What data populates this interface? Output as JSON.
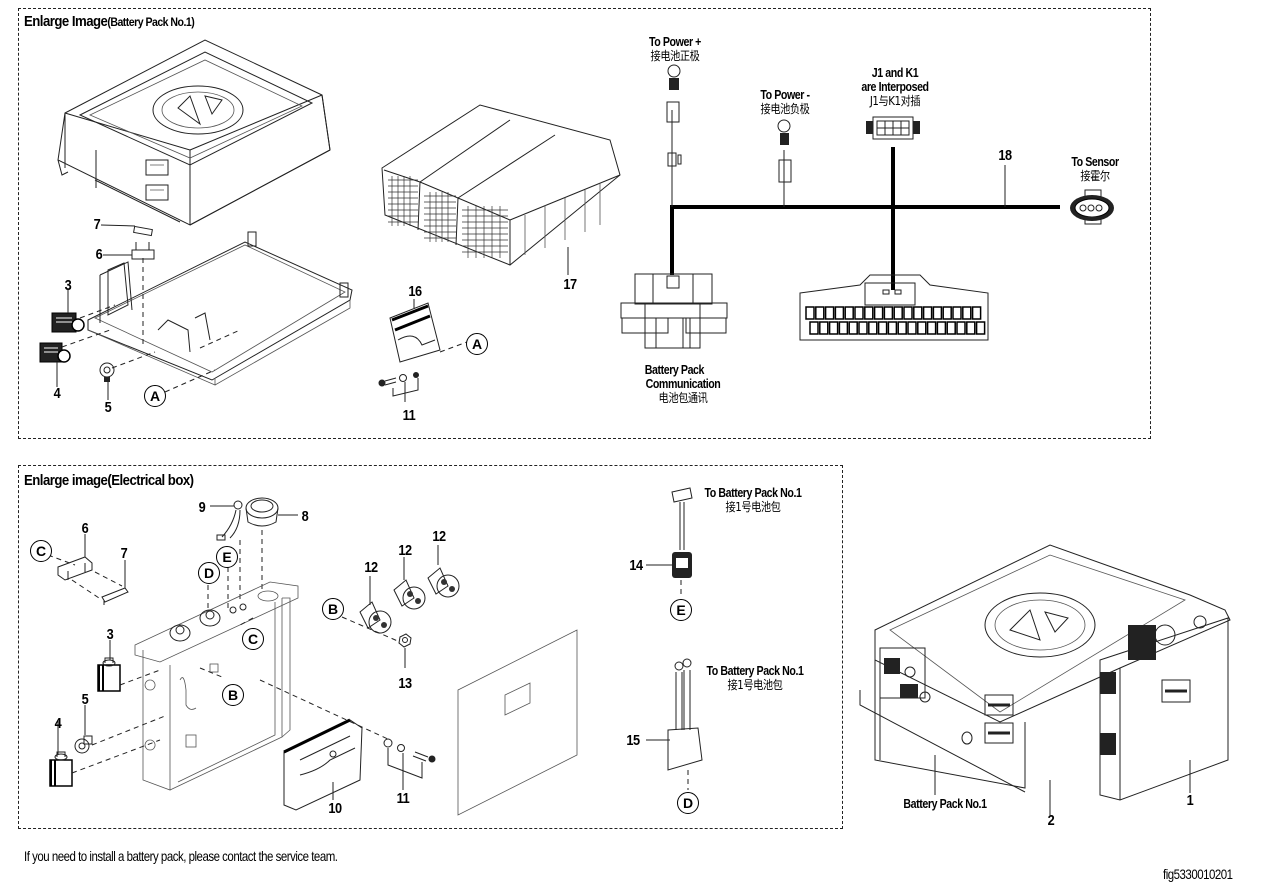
{
  "panels": {
    "battery_pack": {
      "title_main": "Enlarge Image",
      "title_sub": "(Battery Pack No.1)"
    },
    "electrical_box": {
      "title": "Enlarge image(Electrical box)"
    }
  },
  "part_numbers": {
    "p1": "1",
    "p2": "2",
    "p3": "3",
    "p4": "4",
    "p5": "5",
    "p6": "6",
    "p7": "7",
    "p8": "8",
    "p9": "9",
    "p10": "10",
    "p11": "11",
    "p12": "12",
    "p13": "13",
    "p14": "14",
    "p15": "15",
    "p16": "16",
    "p17": "17",
    "p18": "18"
  },
  "reference_markers": {
    "A": "A",
    "B": "B",
    "C": "C",
    "D": "D",
    "E": "E"
  },
  "harness_labels": {
    "power_pos_en": "To Power +",
    "power_pos_cn": "接电池正极",
    "power_neg_en": "To Power -",
    "power_neg_cn": "接电池负极",
    "interposed_line1": "J1 and K1",
    "interposed_line2": "are Interposed",
    "interposed_cn": "J1与K1对插",
    "sensor_en": "To Sensor",
    "sensor_cn": "接霍尔",
    "comm_line1": "Battery Pack",
    "comm_line2": "Communication",
    "comm_cn": "电池包通讯"
  },
  "electrical_labels": {
    "to_pack_en": "To Battery Pack No.1",
    "to_pack_cn": "接1号电池包",
    "to_pack2_en": "To Battery Pack No.1",
    "to_pack2_cn": "接1号电池包"
  },
  "assembly_labels": {
    "battery_pack_no1": "Battery Pack No.1"
  },
  "footer": {
    "note": "If you need to install a battery pack, please contact the service team.",
    "figure_id": "fig5330010201"
  }
}
